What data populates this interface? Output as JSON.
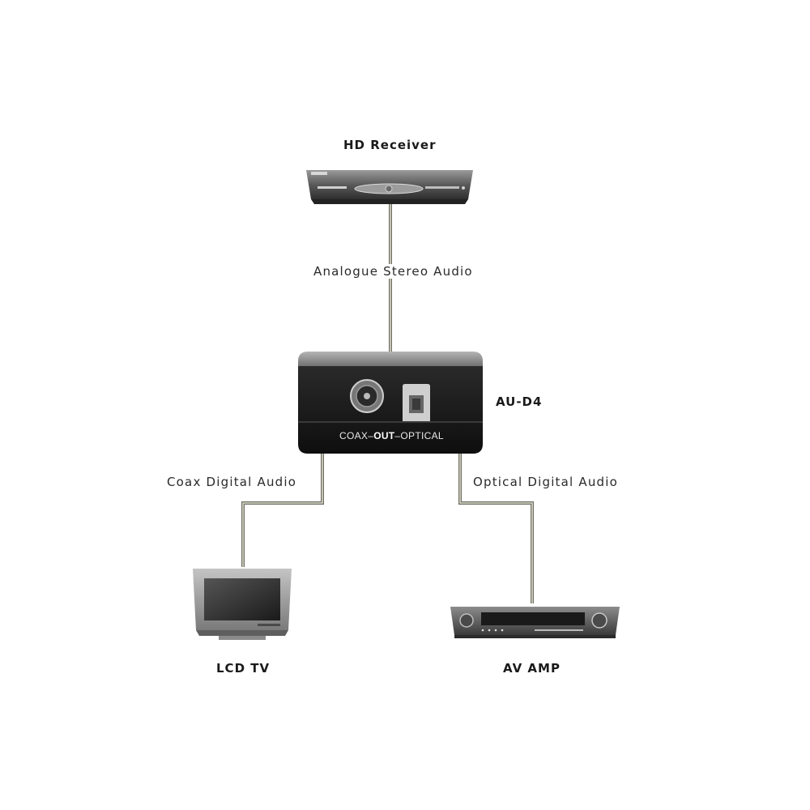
{
  "devices": {
    "source": "HD Receiver",
    "converter": "AU-D4",
    "tv": "LCD TV",
    "amp": "AV AMP"
  },
  "connections": {
    "input": "Analogue  Stereo Audio",
    "coax": "Coax Digital Audio",
    "optical": "Optical Digital Audio"
  },
  "converter_panel": {
    "left": "COAX–",
    "middle": "OUT",
    "right": "–OPTICAL"
  },
  "colors": {
    "cable_outer": "#6e6e64",
    "cable_inner": "#d9d8c6",
    "device_body": "#1c1c1c",
    "device_top": "#8a8a8a"
  }
}
